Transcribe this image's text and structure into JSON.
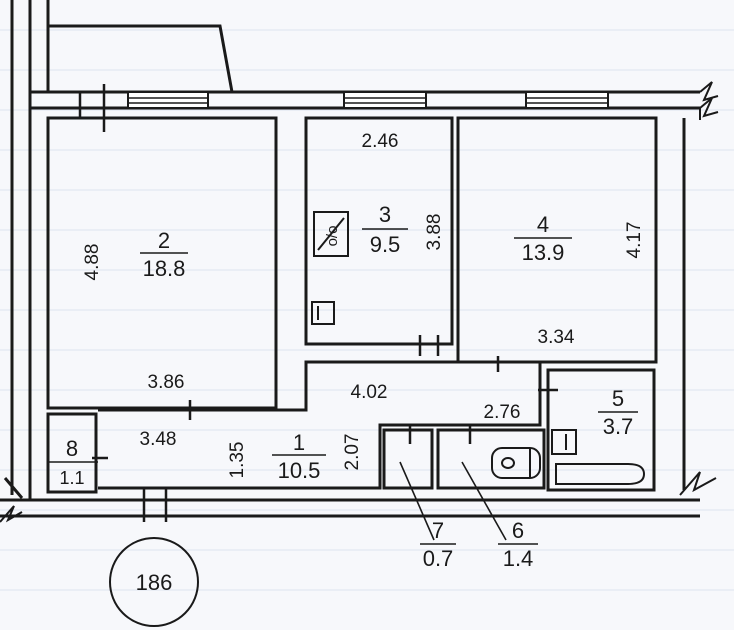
{
  "rooms": [
    {
      "number": "1",
      "area": "10.5"
    },
    {
      "number": "2",
      "area": "18.8"
    },
    {
      "number": "3",
      "area": "9.5"
    },
    {
      "number": "4",
      "area": "13.9"
    },
    {
      "number": "5",
      "area": "3.7"
    },
    {
      "number": "6",
      "area": "1.4"
    },
    {
      "number": "7",
      "area": "0.7"
    },
    {
      "number": "8",
      "area": "1.1"
    }
  ],
  "dimensions": {
    "room2_height": "4.88",
    "room2_width": "3.86",
    "room3_width": "2.46",
    "room3_height": "3.88",
    "room4_height": "4.17",
    "room4_width": "3.34",
    "hall_width": "4.02",
    "hall_left_width": "3.48",
    "hall_height": "1.35",
    "hall_right_height": "2.07",
    "corridor_width": "2.76"
  },
  "stove_label": "о/о",
  "apartment_number": "186"
}
